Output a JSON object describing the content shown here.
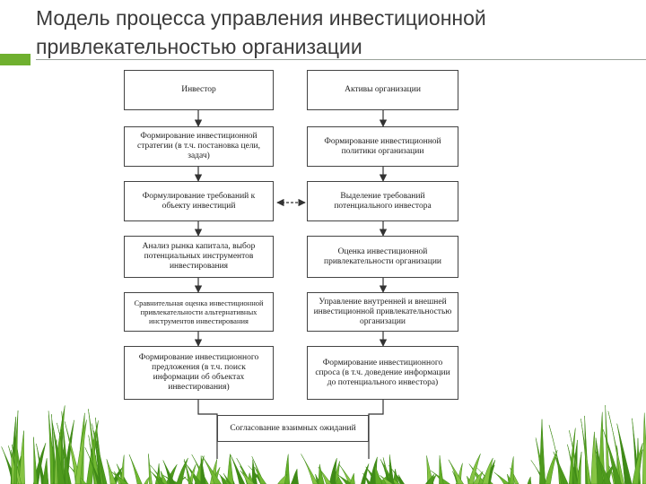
{
  "title": "Модель процесса управления инвестиционной привлекательностью организации",
  "left_column": [
    "Инвестор",
    "Формирование инвестиционной стратегии (в т.ч. постановка цели, задач)",
    "Формулирование требований к объекту инвестиций",
    "Анализ рынка капитала, выбор потенциальных инструментов инвестирования",
    "Сравнительная оценка инвестиционной привлекательности альтернативных инструментов инвестирования",
    "Формирование инвестиционного предложения (в т.ч. поиск информации об объектах инвестирования)"
  ],
  "right_column": [
    "Активы организации",
    "Формирование инвестиционной политики организации",
    "Выделение требований потенциального инвестора",
    "Оценка инвестиционной привлекательности организации",
    "Управление внутренней и внешней инвестиционной привлекательностью организации",
    "Формирование инвестиционного спроса (в т.ч. доведение информации до потенциального инвестора)"
  ],
  "bottom_box": "Согласование взаимных ожиданий",
  "colors": {
    "accent": "#6fb02f",
    "box_border": "#444444",
    "title_text": "#3b3b3b"
  }
}
